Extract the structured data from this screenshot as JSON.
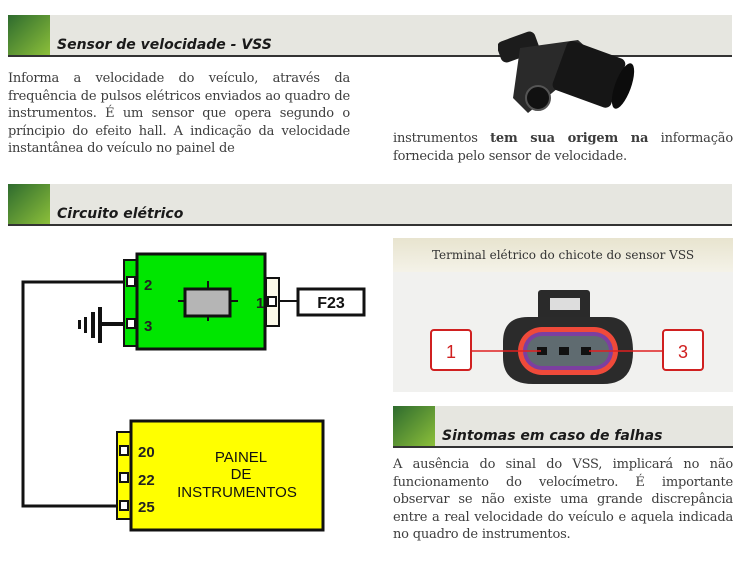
{
  "section1": {
    "title": "Sensor de velocidade - VSS",
    "para_left": "Informa a velocidade do veículo, através da frequência de pulsos elétricos enviados ao quadro de instrumentos. É um sensor que opera segundo o príncipio do efeito hall. A indicação da velocidade instantânea do veículo no painel de",
    "para_right_a": "instrumentos ",
    "para_right_b": "tem sua origem na",
    "para_right_c": " informação fornecida pelo sensor de velocidade."
  },
  "section2": {
    "title": "Circuito elétrico"
  },
  "diagram": {
    "sensor_pins": [
      "2",
      "3",
      "1"
    ],
    "fuse": "F23",
    "panel_pins": [
      "20",
      "22",
      "25"
    ],
    "panel_label": [
      "PAINEL",
      "DE",
      "INSTRUMENTOS"
    ],
    "sensor_color": "#00e600",
    "panel_color": "#ffff00"
  },
  "terminal": {
    "title": "Terminal elétrico do chicote do sensor VSS",
    "label_left": "1",
    "label_right": "3"
  },
  "section3": {
    "title": "Sintomas em caso de falhas",
    "para": "A ausência do sinal do VSS, implicará no não funcionamento do velocímetro. É importante observar se não existe uma grande  discrepância entre a real velocidade do veículo e aquela indicada no quadro de instrumentos."
  }
}
